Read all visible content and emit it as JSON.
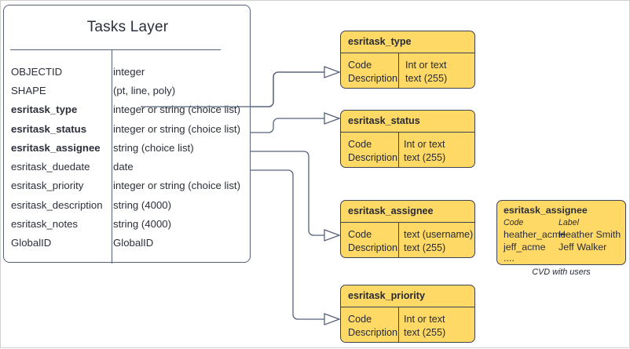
{
  "diagram": {
    "title_caption": "CVD with users",
    "colors": {
      "domain_fill": "#ffd966",
      "stroke": "#56607a",
      "entity_fill": "#ffffff"
    }
  },
  "entity": {
    "title": "Tasks Layer",
    "fields": [
      {
        "name": "OBJECTID",
        "type": "integer",
        "bold": false
      },
      {
        "name": "SHAPE",
        "type": "(pt, line, poly)",
        "bold": false
      },
      {
        "name": "esritask_type",
        "type": "integer or string (choice list)",
        "bold": true
      },
      {
        "name": "esritask_status",
        "type": "integer or string (choice list)",
        "bold": true
      },
      {
        "name": "esritask_assignee",
        "type": "string (choice list)",
        "bold": true
      },
      {
        "name": "esritask_duedate",
        "type": "date",
        "bold": false
      },
      {
        "name": "esritask_priority",
        "type": "integer or string (choice list)",
        "bold": false
      },
      {
        "name": "esritask_description",
        "type": "string (4000)",
        "bold": false
      },
      {
        "name": "esritask_notes",
        "type": "string (4000)",
        "bold": false
      },
      {
        "name": "GlobalID",
        "type": "GlobalID",
        "bold": false
      }
    ]
  },
  "domains": [
    {
      "title": "esritask_type",
      "left_col": [
        "Code",
        "Description"
      ],
      "right_col": [
        "Int or text",
        "text (255)"
      ]
    },
    {
      "title": "esritask_status",
      "left_col": [
        "Code",
        "Description"
      ],
      "right_col": [
        "Int or text",
        "text (255)"
      ]
    },
    {
      "title": "esritask_assignee",
      "left_col": [
        "Code",
        "Description"
      ],
      "right_col": [
        "text  (username)",
        "text (255)"
      ]
    },
    {
      "title": "esritask_priority",
      "left_col": [
        "Code",
        "Description"
      ],
      "right_col": [
        "Int or text",
        "text (255)"
      ]
    }
  ],
  "cvd": {
    "title": "esritask_assignee",
    "header_code": "Code",
    "header_label": "Label",
    "rows": [
      {
        "code": "heather_acme",
        "label": "Heather Smith"
      },
      {
        "code": "jeff_acme",
        "label": "Jeff Walker"
      },
      {
        "code": "....",
        "label": ""
      }
    ],
    "caption": "CVD with users"
  }
}
